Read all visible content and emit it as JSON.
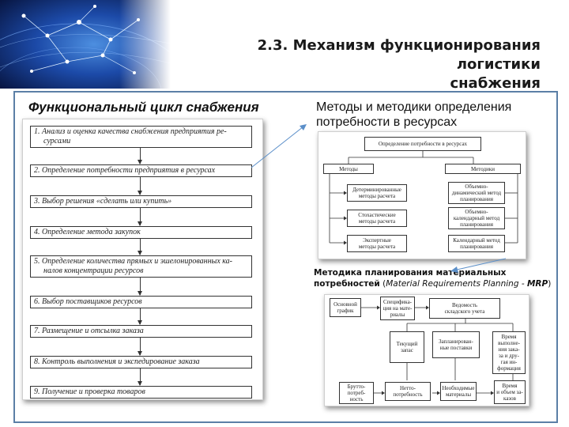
{
  "slide": {
    "title_line1": "2.3. Механизм функционирования логистики",
    "title_line2": "снабжения",
    "left_heading": "Функциональный цикл снабжения",
    "right_heading_line1": "Методы и методики определения",
    "right_heading_line2": "потребности в ресурсах"
  },
  "cycle": {
    "steps": [
      {
        "line1": "1.  Анализ и оценка качества снабжения предприятия ре-",
        "line2": "сурсами"
      },
      {
        "line1": "2.  Определение потребности предприятия в ресурсах",
        "line2": ""
      },
      {
        "line1": "3.  Выбор решения «сделать или купить»",
        "line2": ""
      },
      {
        "line1": "4.  Определение метода закупок",
        "line2": ""
      },
      {
        "line1": "5.  Определение количества прямых и эшелонированных ка-",
        "line2": "налов концентрации ресурсов"
      },
      {
        "line1": "6.  Выбор поставщиков ресурсов",
        "line2": ""
      },
      {
        "line1": "7.  Размещение и отсылка заказа",
        "line2": ""
      },
      {
        "line1": "8.  Контроль выполнения и экспедирование заказа",
        "line2": ""
      },
      {
        "line1": "9.  Получение и проверка товаров",
        "line2": ""
      }
    ]
  },
  "methods": {
    "root": "Определение потребности в ресурсах",
    "methods_label": "Методы",
    "techniques_label": "Методики",
    "m1_l1": "Детерминированные",
    "m1_l2": "методы расчета",
    "m2_l1": "Стохастические",
    "m2_l2": "методы расчета",
    "m3_l1": "Экспертные",
    "m3_l2": "методы расчета",
    "t1_l1": "Объемно-",
    "t1_l2": "динамический метод",
    "t1_l3": "планирования",
    "t2_l1": "Объемно-",
    "t2_l2": "календарный метод",
    "t2_l3": "планирования",
    "t3_l1": "Календарный метод",
    "t3_l2": "планирования"
  },
  "mrp_caption": {
    "bold_line1": "Методика планирования материальных",
    "bold_line2": "потребностей",
    "paren_open": " (",
    "italic": "Material Requirements Planning - ",
    "bold_mrp": "MRP",
    "paren_close": ")"
  },
  "mrp": {
    "b1_l1": "Основной",
    "b1_l2": "график",
    "b2_l1": "Специфика-",
    "b2_l2": "ция на мате-",
    "b2_l3": "риалы",
    "b3_l1": "Ведомость",
    "b3_l2": "складского учета",
    "b4_l1": "Текущий",
    "b4_l2": "запас",
    "b5_l1": "Запланирован-",
    "b5_l2": "ные поставки",
    "b6_l1": "Время",
    "b6_l2": "выполне-",
    "b6_l3": "ния зака-",
    "b6_l4": "за и дру-",
    "b6_l5": "гая ин-",
    "b6_l6": "формация",
    "b7_l1": "Брутто-",
    "b7_l2": "потреб-",
    "b7_l3": "ность",
    "b8_l1": "Нетто-",
    "b8_l2": "потребность",
    "b9_l1": "Необходимые",
    "b9_l2": "материалы",
    "b10_l1": "Время",
    "b10_l2": "и объем за-",
    "b10_l3": "казов"
  },
  "colors": {
    "frame": "#5b7fa6",
    "connector": "#5b8fc9",
    "globe_dark": "#0b1d5c",
    "globe_light": "#3a78c8"
  }
}
